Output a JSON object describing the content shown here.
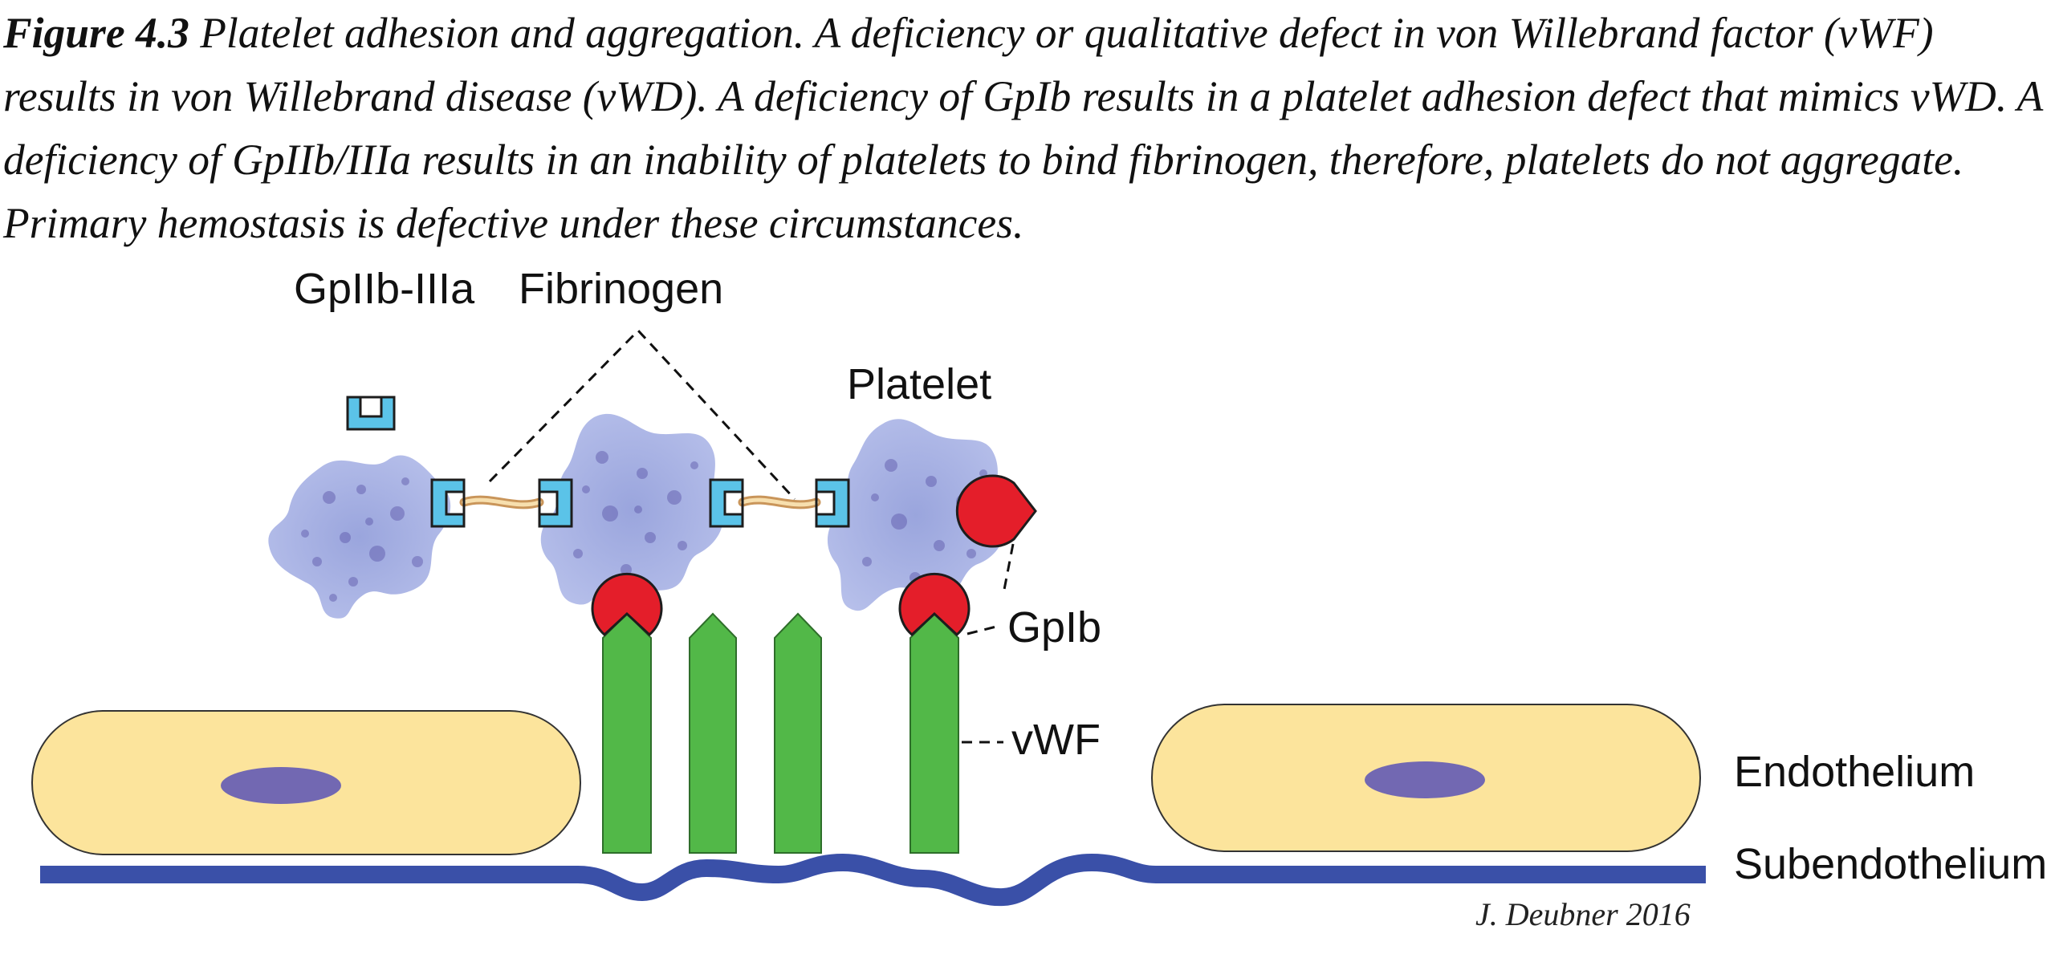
{
  "caption": {
    "figure_label": "Figure 4.3",
    "text": " Platelet adhesion and aggregation. A deficiency or qualitative defect in von Willebrand factor (vWF) results in von Willebrand disease (vWD). A deficiency of GpIb results in a platelet adhesion defect that mimics vWD. A deficiency of GpIIb/IIIa results in an inability of platelets to bind fibrinogen, therefore, platelets do not aggregate. Primary hemostasis is defective under these circumstances."
  },
  "labels": {
    "gpiib_iiia": "GpIIb-IIIa",
    "fibrinogen": "Fibrinogen",
    "platelet": "Platelet",
    "gpib": "GpIb",
    "vwf": "vWF",
    "endothelium": "Endothelium",
    "subendothelium": "Subendothelium"
  },
  "signature": "J. Deubner 2016",
  "colors": {
    "platelet": "#a9b4e4",
    "platelet_spots": "#5a54a8",
    "gpiib_iiia_receptor": "#5bc3e8",
    "gpib_receptor": "#e41e2a",
    "vwf": "#52b848",
    "endothelium_cell": "#fce49c",
    "nucleus": "#7268b2",
    "subendothelium": "#3a50a8",
    "fibrinogen": "#f2c887"
  }
}
